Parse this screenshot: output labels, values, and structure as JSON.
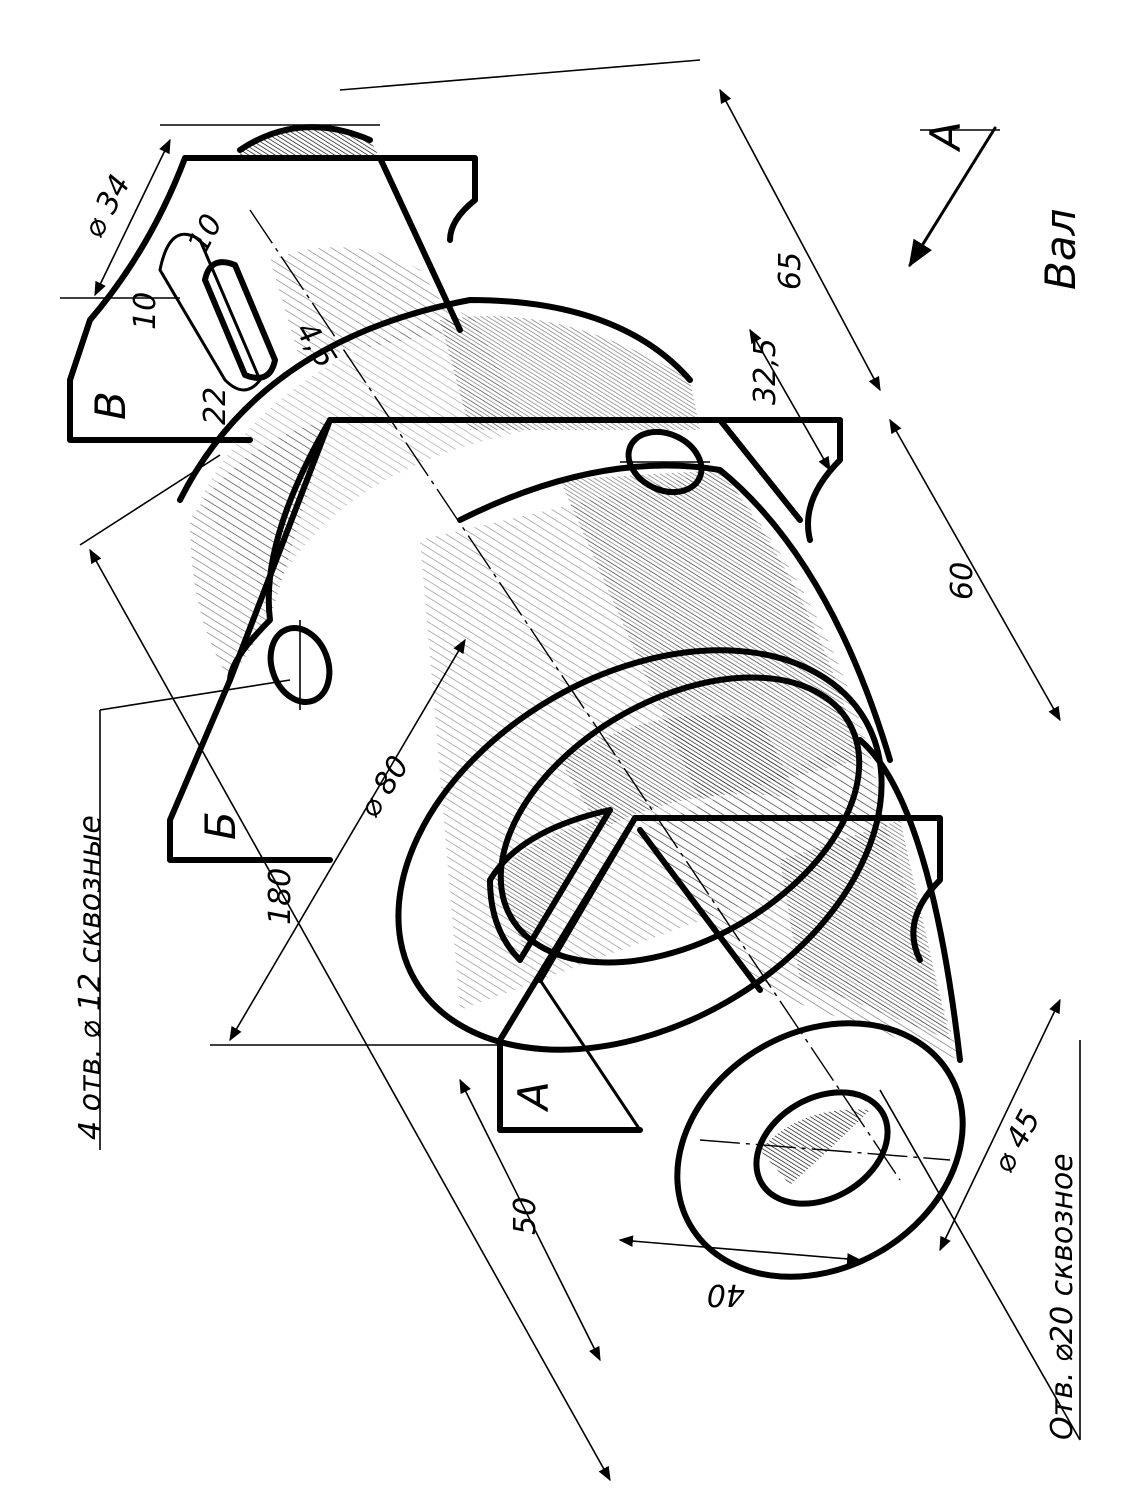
{
  "title": "Вал",
  "view_arrow": "A",
  "sections": {
    "a": "А",
    "b": "Б",
    "v": "В"
  },
  "notes": {
    "holes4": "4 отв. ⌀ 12  сквозные",
    "hole20": "Отв. ⌀20 сквозное"
  },
  "dimensions": {
    "d34": "⌀ 34",
    "d80": "⌀ 80",
    "d45": "⌀ 45",
    "n10a": "10",
    "n10b": "10",
    "n22": "22",
    "n4_5": "4,5",
    "n32_5": "32,5",
    "n65": "65",
    "n60": "60",
    "n180": "180",
    "n50": "50",
    "n40": "40"
  },
  "colors": {
    "ink": "#000000",
    "paper": "#ffffff"
  }
}
